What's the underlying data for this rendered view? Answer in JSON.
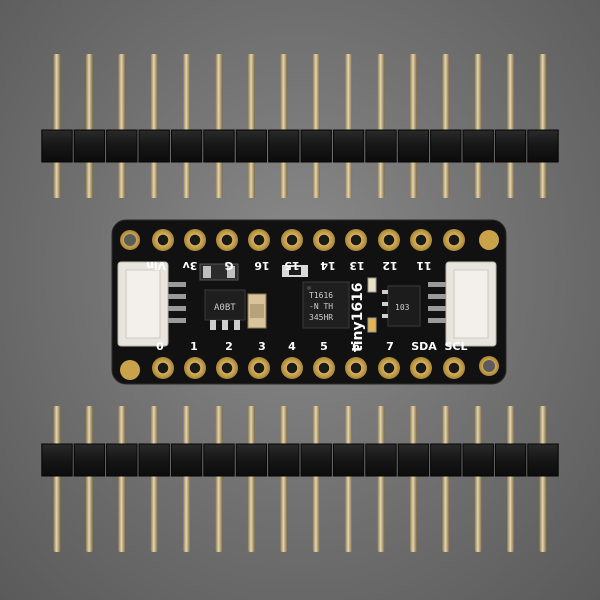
{
  "board": {
    "name": "tiny1616",
    "top_labels": [
      "Vin",
      "3v",
      "G",
      "16",
      "15",
      "14",
      "13",
      "12",
      "11"
    ],
    "bottom_labels": [
      "0",
      "1",
      "2",
      "3",
      "4",
      "5",
      "6",
      "7",
      "SDA",
      "SCL"
    ],
    "chip_marking": [
      "T1616",
      "-N TH",
      "345HR"
    ],
    "regulator_marking": "A0BT",
    "ic_marking": "103",
    "colors": {
      "background": "#6f6f6f",
      "pcb": "#111111",
      "gold": "#c9a24a",
      "header_plastic": "#1a1a1a",
      "pin": "#c9b58a",
      "connector": "#e8e4de"
    }
  },
  "headers": {
    "top_pin_count": 16,
    "bottom_pin_count": 16
  }
}
